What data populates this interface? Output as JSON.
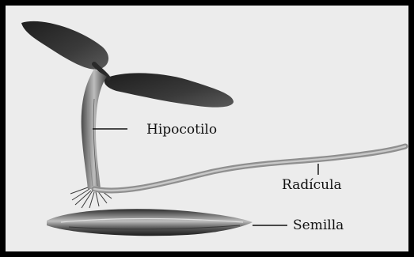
{
  "labels": {
    "hypocotyl": "Hipocotilo",
    "radicle": "Radícula",
    "seed": "Semilla"
  },
  "colors": {
    "frame": "#000000",
    "background": "#ececec",
    "plant_dark": "#2a2a2a",
    "plant_mid": "#6f6f6f",
    "plant_light": "#b9b9b9",
    "leader_line": "#111111"
  }
}
